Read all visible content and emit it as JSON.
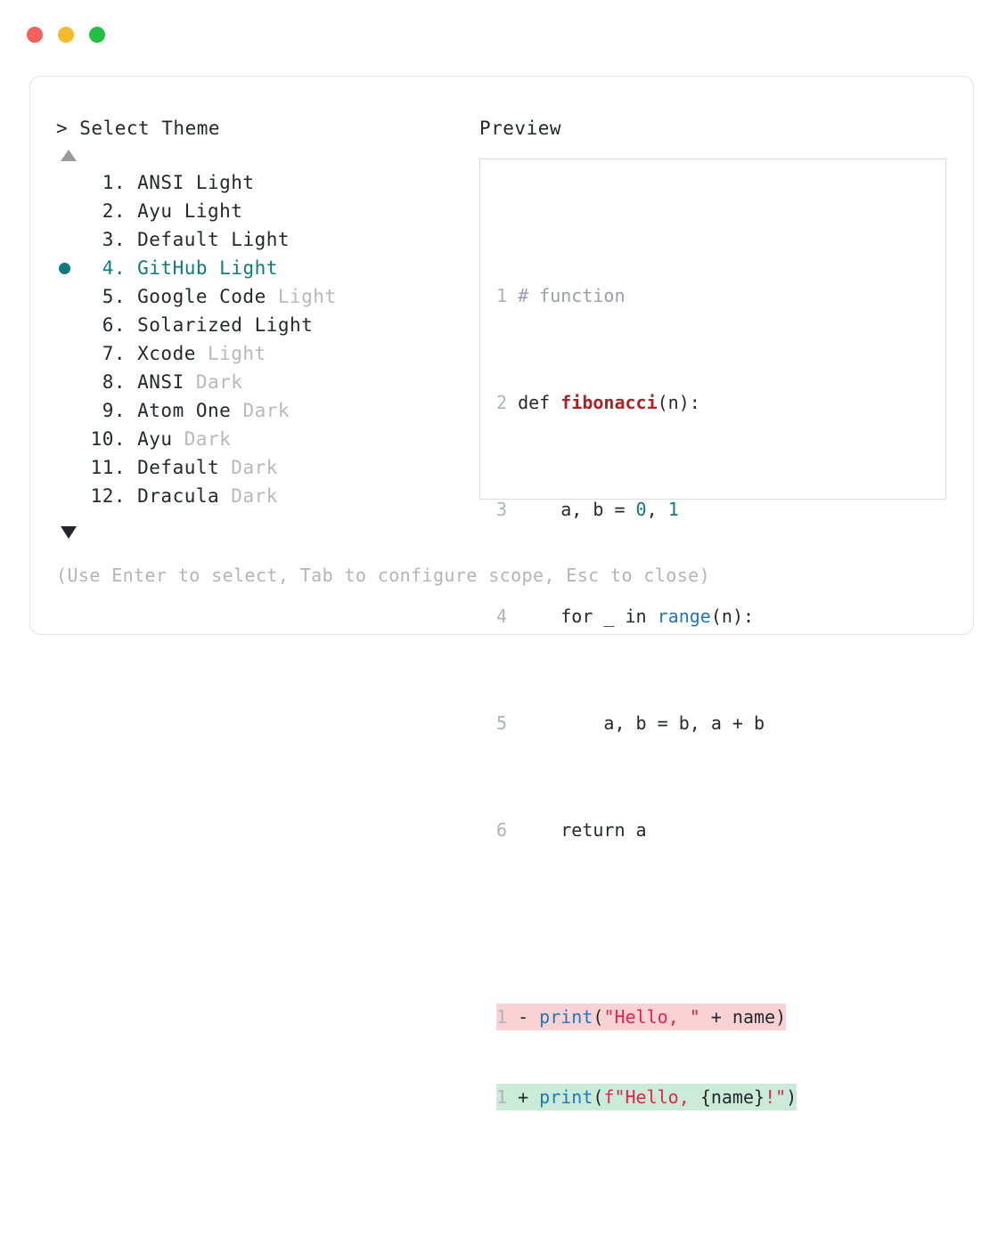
{
  "window": {
    "traffic_lights": [
      {
        "name": "close",
        "color": "#f4605c"
      },
      {
        "name": "minimize",
        "color": "#f6bb2c"
      },
      {
        "name": "maximize",
        "color": "#22bf40"
      }
    ]
  },
  "left": {
    "prompt": "> Select Theme",
    "scroll_up_icon": "triangle-up-icon",
    "scroll_down_icon": "triangle-down-icon",
    "selected_index": 4,
    "themes": [
      {
        "num": "1.",
        "name": "ANSI",
        "suffix": " Light",
        "suffix_muted": false,
        "selected": false
      },
      {
        "num": "2.",
        "name": "Ayu",
        "suffix": " Light",
        "suffix_muted": false,
        "selected": false
      },
      {
        "num": "3.",
        "name": "Default",
        "suffix": " Light",
        "suffix_muted": false,
        "selected": false
      },
      {
        "num": "4.",
        "name": "GitHub",
        "suffix": " Light",
        "suffix_muted": false,
        "selected": true
      },
      {
        "num": "5.",
        "name": "Google Code",
        "suffix": " Light",
        "suffix_muted": true,
        "selected": false
      },
      {
        "num": "6.",
        "name": "Solarized",
        "suffix": " Light",
        "suffix_muted": false,
        "selected": false
      },
      {
        "num": "7.",
        "name": "Xcode",
        "suffix": " Light",
        "suffix_muted": true,
        "selected": false
      },
      {
        "num": "8.",
        "name": "ANSI",
        "suffix": " Dark",
        "suffix_muted": true,
        "selected": false
      },
      {
        "num": "9.",
        "name": "Atom One",
        "suffix": " Dark",
        "suffix_muted": true,
        "selected": false
      },
      {
        "num": "10.",
        "name": "Ayu",
        "suffix": " Dark",
        "suffix_muted": true,
        "selected": false
      },
      {
        "num": "11.",
        "name": "Default",
        "suffix": " Dark",
        "suffix_muted": true,
        "selected": false
      },
      {
        "num": "12.",
        "name": "Dracula",
        "suffix": " Dark",
        "suffix_muted": true,
        "selected": false
      }
    ],
    "hint": "(Use Enter to select, Tab to configure scope, Esc to close)"
  },
  "right": {
    "label": "Preview",
    "code": {
      "line1_no": "1",
      "line1_comment": "# function",
      "line2_no": "2",
      "line2_kw": "def ",
      "line2_fn": "fibonacci",
      "line2_rest": "(n):",
      "line3_no": "3",
      "line3_a": "    a, b = ",
      "line3_n1": "0",
      "line3_sep": ", ",
      "line3_n2": "1",
      "line4_no": "4",
      "line4_a": "    for _ in ",
      "line4_fn": "range",
      "line4_rest": "(n):",
      "line5_no": "5",
      "line5_text": "        a, b = b, a + b",
      "line6_no": "6",
      "line6_text": "    return a"
    },
    "diff": {
      "del_no": "1",
      "del_marker": " - ",
      "del_fn": "print",
      "del_p1": "(",
      "del_str": "\"Hello, \"",
      "del_mid": " + name",
      "del_p2": ")",
      "add_no": "1",
      "add_marker": " + ",
      "add_fn": "print",
      "add_p1": "(",
      "add_str1": "f\"Hello, ",
      "add_brace": "{name}",
      "add_str2": "!\"",
      "add_p2": ")"
    }
  },
  "colors": {
    "accent_teal": "#0f7b7b",
    "diff_delete_bg": "#fbd2d4",
    "diff_add_bg": "#caebd8",
    "muted_text": "#b9b9b9"
  }
}
